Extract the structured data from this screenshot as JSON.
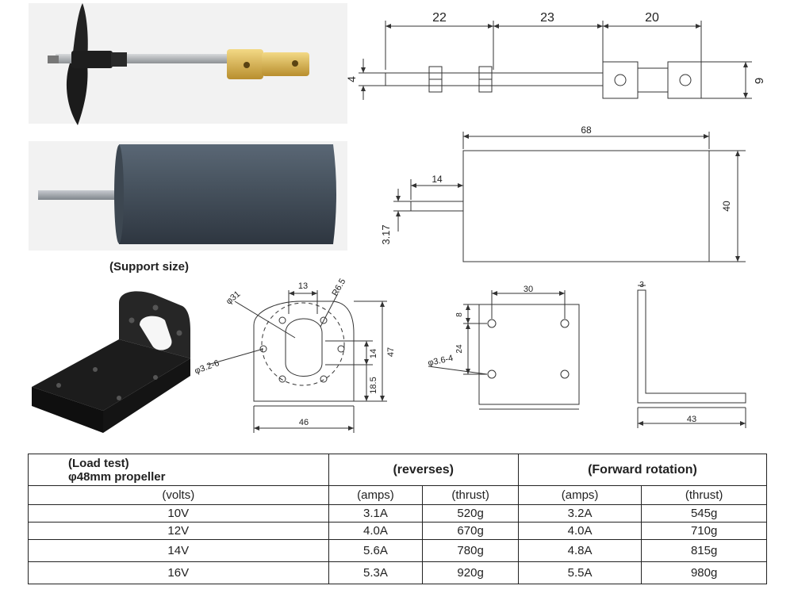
{
  "photos": {
    "propeller_shaft": "propeller-shaft-photo",
    "motor": "motor-photo",
    "bracket": "bracket-photo"
  },
  "support_label": "(Support size)",
  "shaft_dims": {
    "d1": "22",
    "d2": "23",
    "d3": "20",
    "shaft_dia": "4",
    "coupler_h": "9"
  },
  "motor_dims": {
    "length": "68",
    "height": "40",
    "shaft_len": "14",
    "shaft_dia": "3.17"
  },
  "bracket_front_dims": {
    "top_w": "13",
    "circle": "φ31",
    "radius": "R6.5",
    "holes": "φ3.2-6",
    "v1": "14",
    "v2": "18.5",
    "height": "47",
    "width": "46"
  },
  "bracket_plate_dims": {
    "top_w": "30",
    "v_top": "8",
    "v_mid": "24",
    "holes": "φ3.6-4"
  },
  "bracket_side_dims": {
    "thickness": "3",
    "length": "43"
  },
  "table": {
    "title_line1": "(Load test)",
    "title_line2": "φ48mm propeller",
    "group_reverse": "(reverses)",
    "group_forward": "(Forward rotation)",
    "col_volts": "(volts)",
    "col_amps": "(amps)",
    "col_thrust": "(thrust)",
    "rows": [
      {
        "volts": "10V",
        "rev_amps": "3.1A",
        "rev_thrust": "520g",
        "fwd_amps": "3.2A",
        "fwd_thrust": "545g"
      },
      {
        "volts": "12V",
        "rev_amps": "4.0A",
        "rev_thrust": "670g",
        "fwd_amps": "4.0A",
        "fwd_thrust": "710g"
      },
      {
        "volts": "14V",
        "rev_amps": "5.6A",
        "rev_thrust": "780g",
        "fwd_amps": "4.8A",
        "fwd_thrust": "815g"
      },
      {
        "volts": "16V",
        "rev_amps": "5.3A",
        "rev_thrust": "920g",
        "fwd_amps": "5.5A",
        "fwd_thrust": "980g"
      }
    ]
  }
}
